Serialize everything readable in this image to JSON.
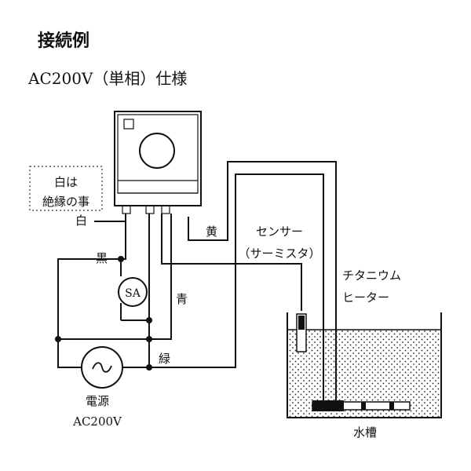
{
  "title": "接続例",
  "subtitle": "AC200V（単相）仕様",
  "notes": {
    "line1": "白は",
    "line2": "絶縁の事"
  },
  "wire_labels": {
    "white": "白",
    "black": "黒",
    "blue": "青",
    "green": "緑",
    "yellow": "黄"
  },
  "components": {
    "sa": "SA",
    "power_source": "電源",
    "power_voltage": "AC200V",
    "sensor_line1": "センサー",
    "sensor_line2": "（サーミスタ）",
    "heater_line1": "チタニウム",
    "heater_line2": "ヒーター",
    "tank": "水槽"
  },
  "colors": {
    "line": "#111111",
    "background": "#ffffff"
  }
}
